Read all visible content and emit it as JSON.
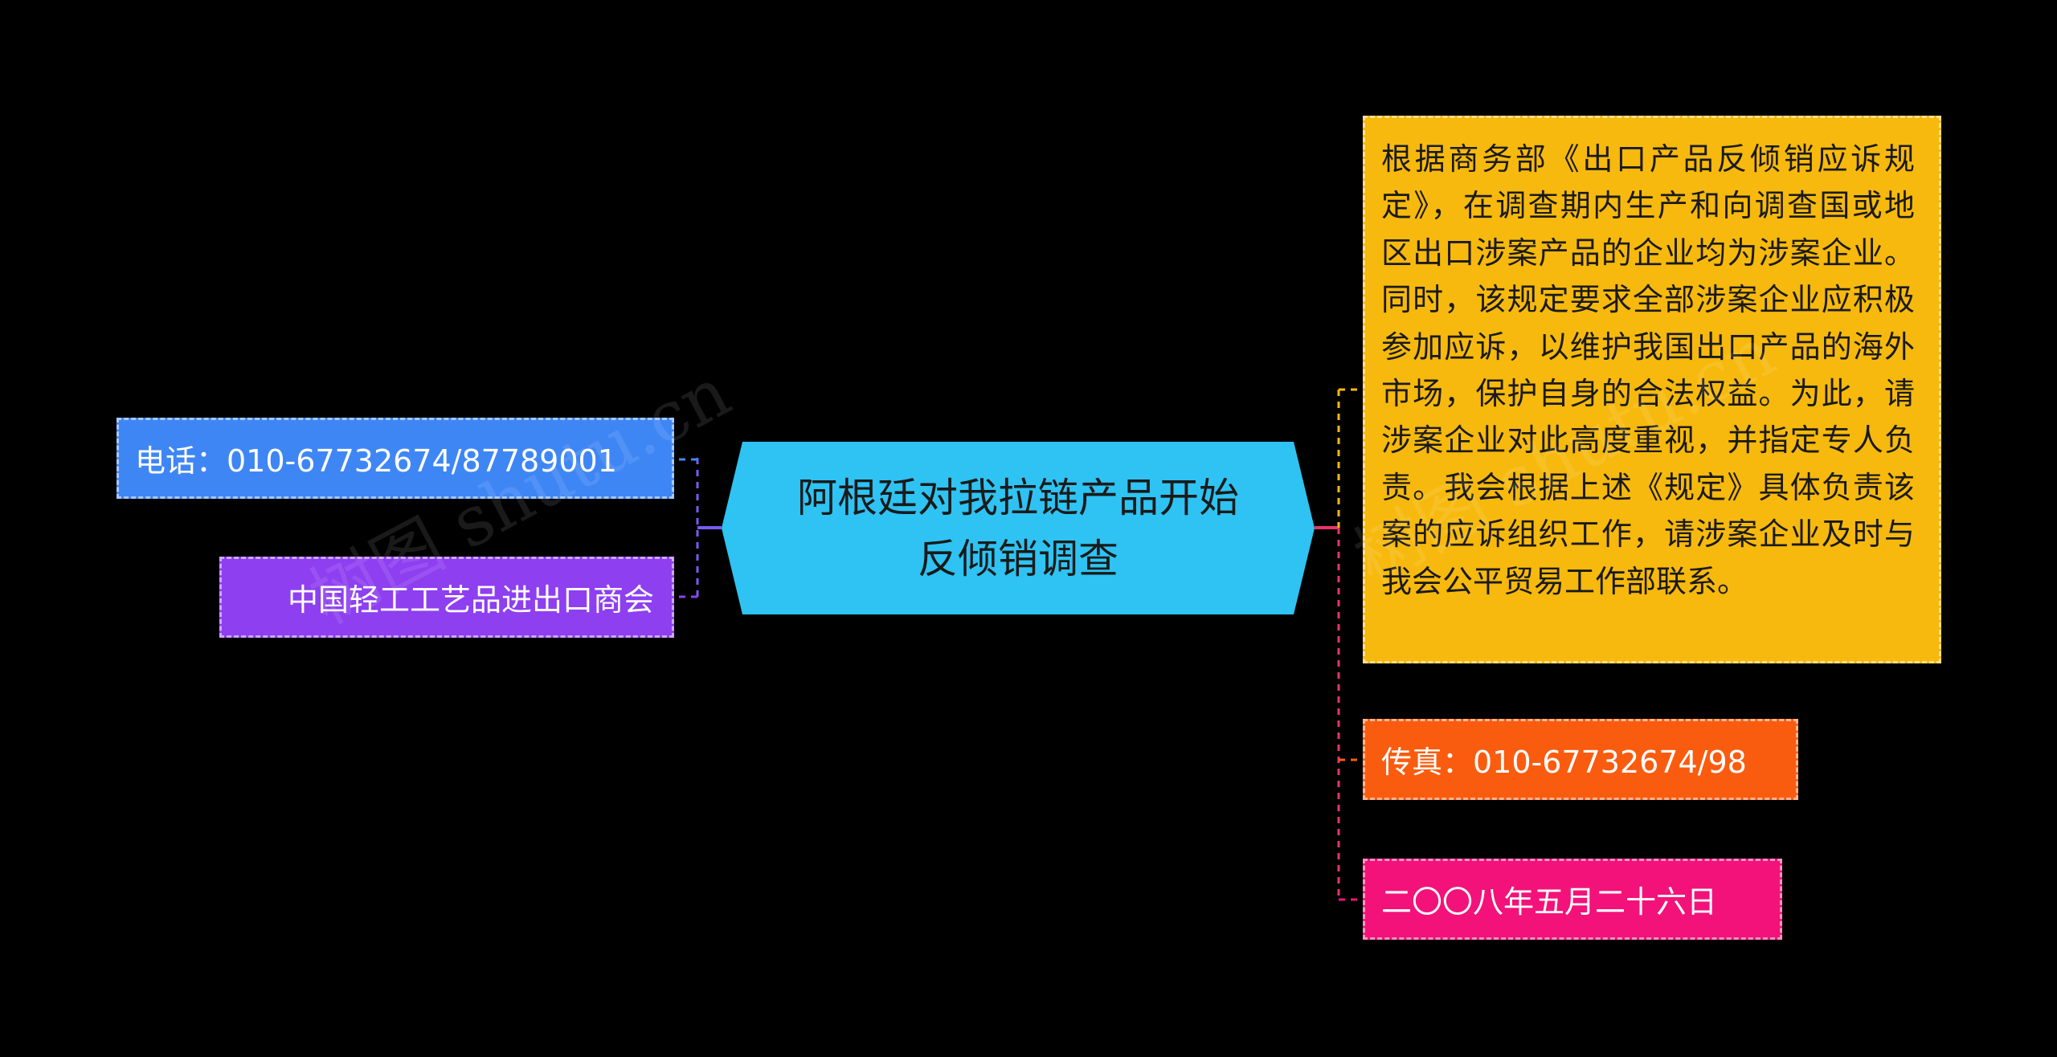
{
  "center": {
    "title": "阿根廷对我拉链产品开始反倾销调查",
    "color": "#2ec3f2"
  },
  "left_nodes": [
    {
      "text": "电话：010-67732674/87789001",
      "color": "#3f86f5"
    },
    {
      "text": "中国轻工工艺品进出口商会",
      "color": "#8e3ff0"
    }
  ],
  "right_nodes": [
    {
      "text": "根据商务部《出口产品反倾销应诉规定》，在调查期内生产和向调查国或地区出口涉案产品的企业均为涉案企业。同时，该规定要求全部涉案企业应积极参加应诉，以维护我国出口产品的海外市场，保护自身的合法权益。为此，请涉案企业对此高度重视，并指定专人负责。我会根据上述《规定》具体负责该案的应诉组织工作，请涉案企业及时与我会公平贸易工作部联系。",
      "color": "#f7b90d"
    },
    {
      "text": "传真：010-67732674/98",
      "color": "#fa5c0f"
    },
    {
      "text": "二〇〇八年五月二十六日",
      "color": "#f3127a"
    }
  ],
  "watermark": "树图 shutu.cn",
  "colors": {
    "background": "#000000",
    "connector_left": "#7a5cf0",
    "connector_right": "#e8356a"
  }
}
